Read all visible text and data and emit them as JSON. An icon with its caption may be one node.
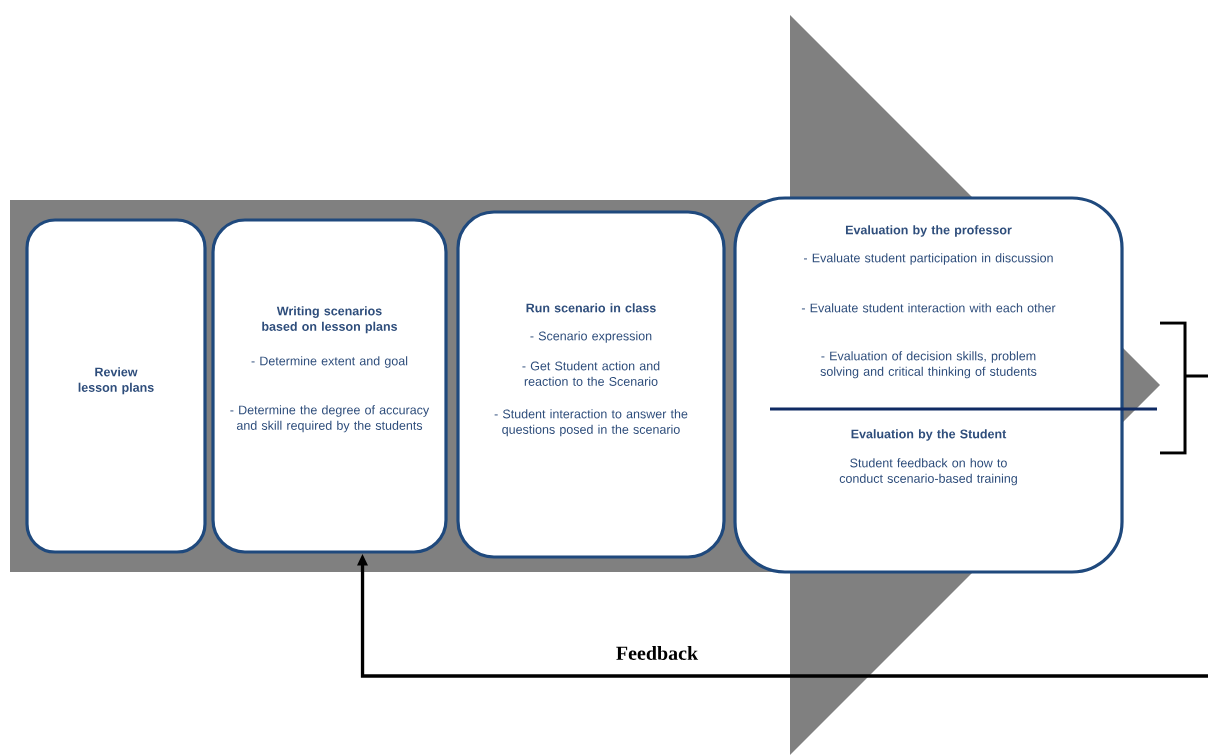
{
  "diagram": {
    "nodes": [
      {
        "text": [
          "Review lesson plans"
        ]
      },
      {
        "text": [
          "Writing scenarios based on lesson plans",
          "- Determine extent and goal",
          "- Determine the degree of accuracy and skill required by the students"
        ]
      },
      {
        "text": [
          "Run scenario in class",
          "- Scenario expression",
          "- Get Student action and reaction to the Scenario",
          "- Student interaction to answer the questions posed in the scenario"
        ]
      },
      {
        "text": [
          "Evaluation by the professor",
          "- Evaluate student participation in discussion",
          "- Evaluate student interaction with each other",
          "- Evaluation of decision skills, problem solving and critical thinking of students",
          "Evaluation by the Student",
          "Student feedback on how to conduct scenario-based training"
        ]
      }
    ],
    "edges": [
      {
        "from": null,
        "to": 1,
        "arrow": "to",
        "label": "Feedback"
      }
    ]
  }
}
